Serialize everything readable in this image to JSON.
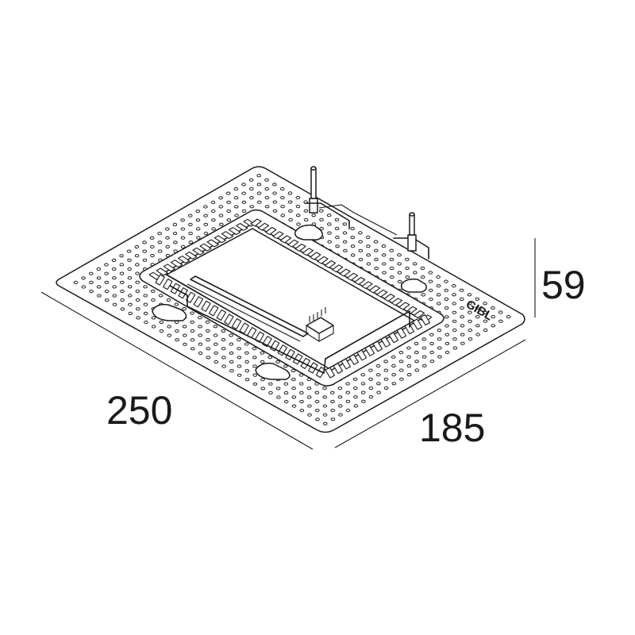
{
  "dimensions": {
    "length": "250",
    "width": "185",
    "height": "59"
  },
  "logo_text": "GIBL",
  "icons": [
    "recessed-plaster-kit-drawing",
    "perforated-plate",
    "mounting-pin"
  ],
  "colors": {
    "line": "#1a1a1a",
    "background": "#ffffff"
  }
}
